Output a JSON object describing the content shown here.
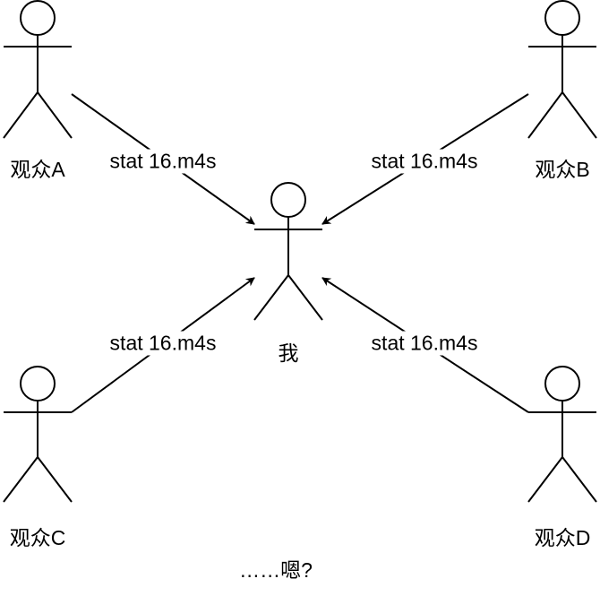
{
  "actors": {
    "a": {
      "label": "观众A"
    },
    "b": {
      "label": "观众B"
    },
    "c": {
      "label": "观众C"
    },
    "d": {
      "label": "观众D"
    },
    "me": {
      "label": "我"
    }
  },
  "edges": [
    {
      "from": "观众A",
      "to": "我",
      "label": "stat 16.m4s"
    },
    {
      "from": "观众B",
      "to": "我",
      "label": "stat 16.m4s"
    },
    {
      "from": "观众C",
      "to": "我",
      "label": "stat 16.m4s"
    },
    {
      "from": "观众D",
      "to": "我",
      "label": "stat 16.m4s"
    }
  ],
  "footer": {
    "text": "……嗯?"
  }
}
